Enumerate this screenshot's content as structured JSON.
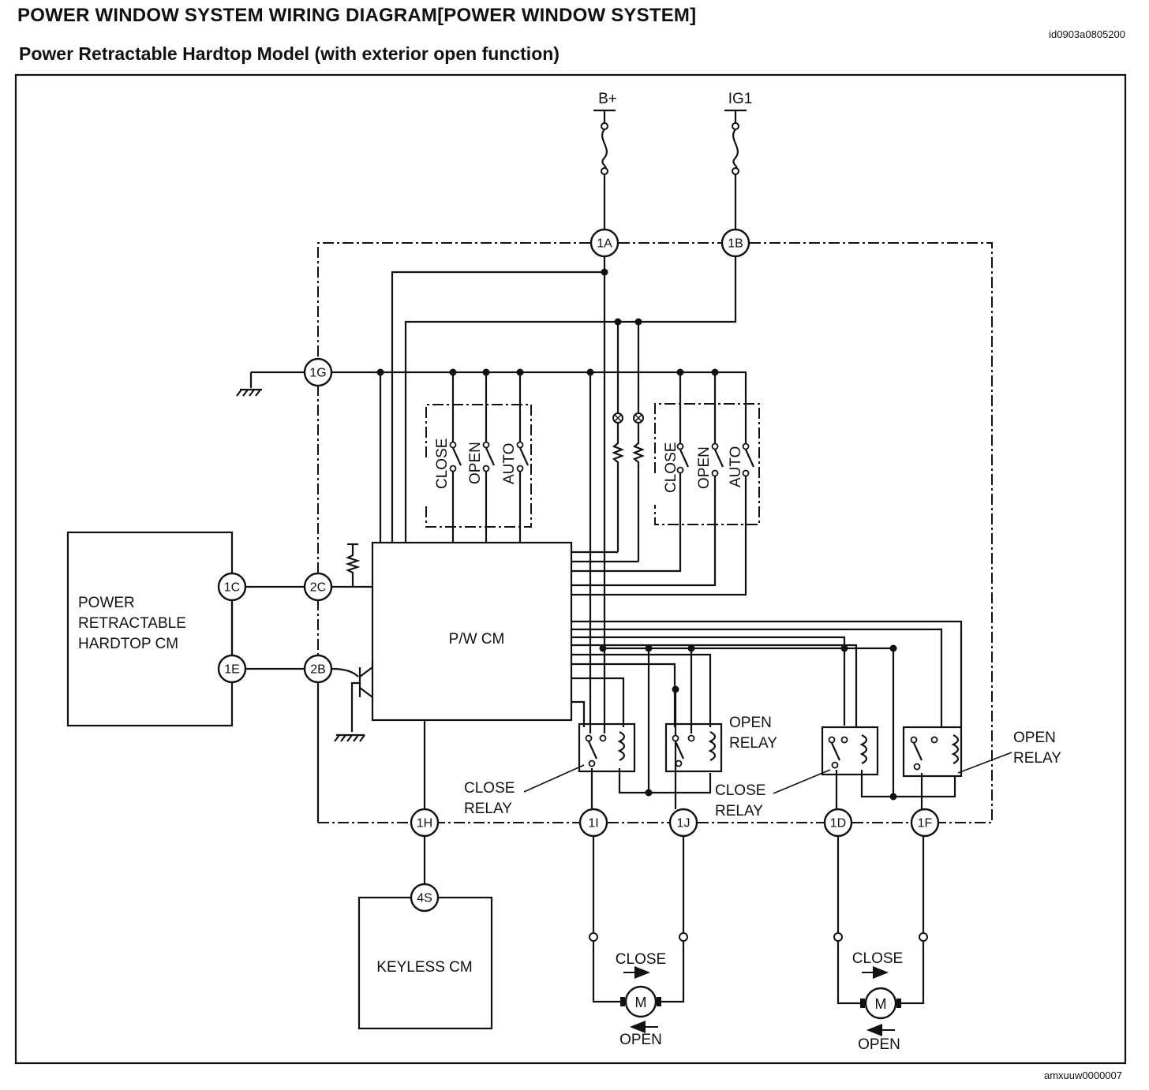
{
  "header": {
    "title": "POWER WINDOW SYSTEM WIRING DIAGRAM[POWER WINDOW SYSTEM]",
    "subtitle": "Power Retractable Hardtop Model (with exterior open function)",
    "doc_id": "id0903a0805200"
  },
  "figure_id": "amxuuw0000007",
  "power": {
    "battery": "B+",
    "ignition": "IG1"
  },
  "connectors": {
    "c1A": "1A",
    "c1B": "1B",
    "c1G": "1G",
    "c1C": "1C",
    "c2C": "2C",
    "c1E": "1E",
    "c2B": "2B",
    "c1H": "1H",
    "c1I": "1I",
    "c1J": "1J",
    "c1D": "1D",
    "c1F": "1F",
    "c4S": "4S"
  },
  "modules": {
    "hardtop_cm": [
      "POWER",
      "RETRACTABLE",
      "HARDTOP CM"
    ],
    "pw_cm": "P/W CM",
    "keyless_cm": "KEYLESS CM"
  },
  "switches": {
    "close": "CLOSE",
    "open": "OPEN",
    "auto": "AUTO"
  },
  "relays": {
    "close_relay": [
      "CLOSE",
      "RELAY"
    ],
    "open_relay": [
      "OPEN",
      "RELAY"
    ]
  },
  "motors": {
    "symbol": "M",
    "close": "CLOSE",
    "open": "OPEN"
  }
}
